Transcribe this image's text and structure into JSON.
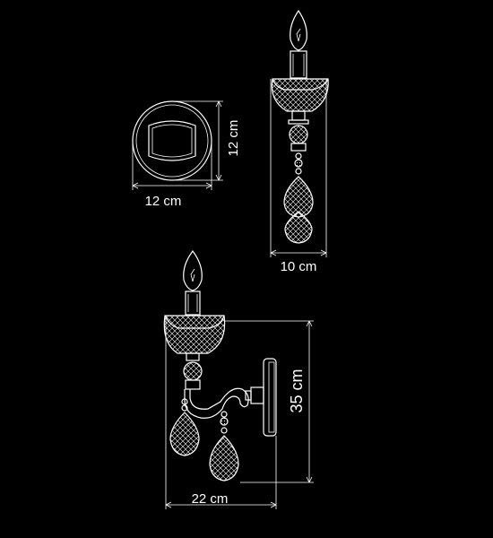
{
  "dimensions": {
    "plate_width": "12 cm",
    "plate_height": "12 cm",
    "front_width": "10 cm",
    "side_width": "22 cm",
    "side_height": "35 cm"
  },
  "colors": {
    "background": "#000000",
    "lines": "#ffffff"
  }
}
